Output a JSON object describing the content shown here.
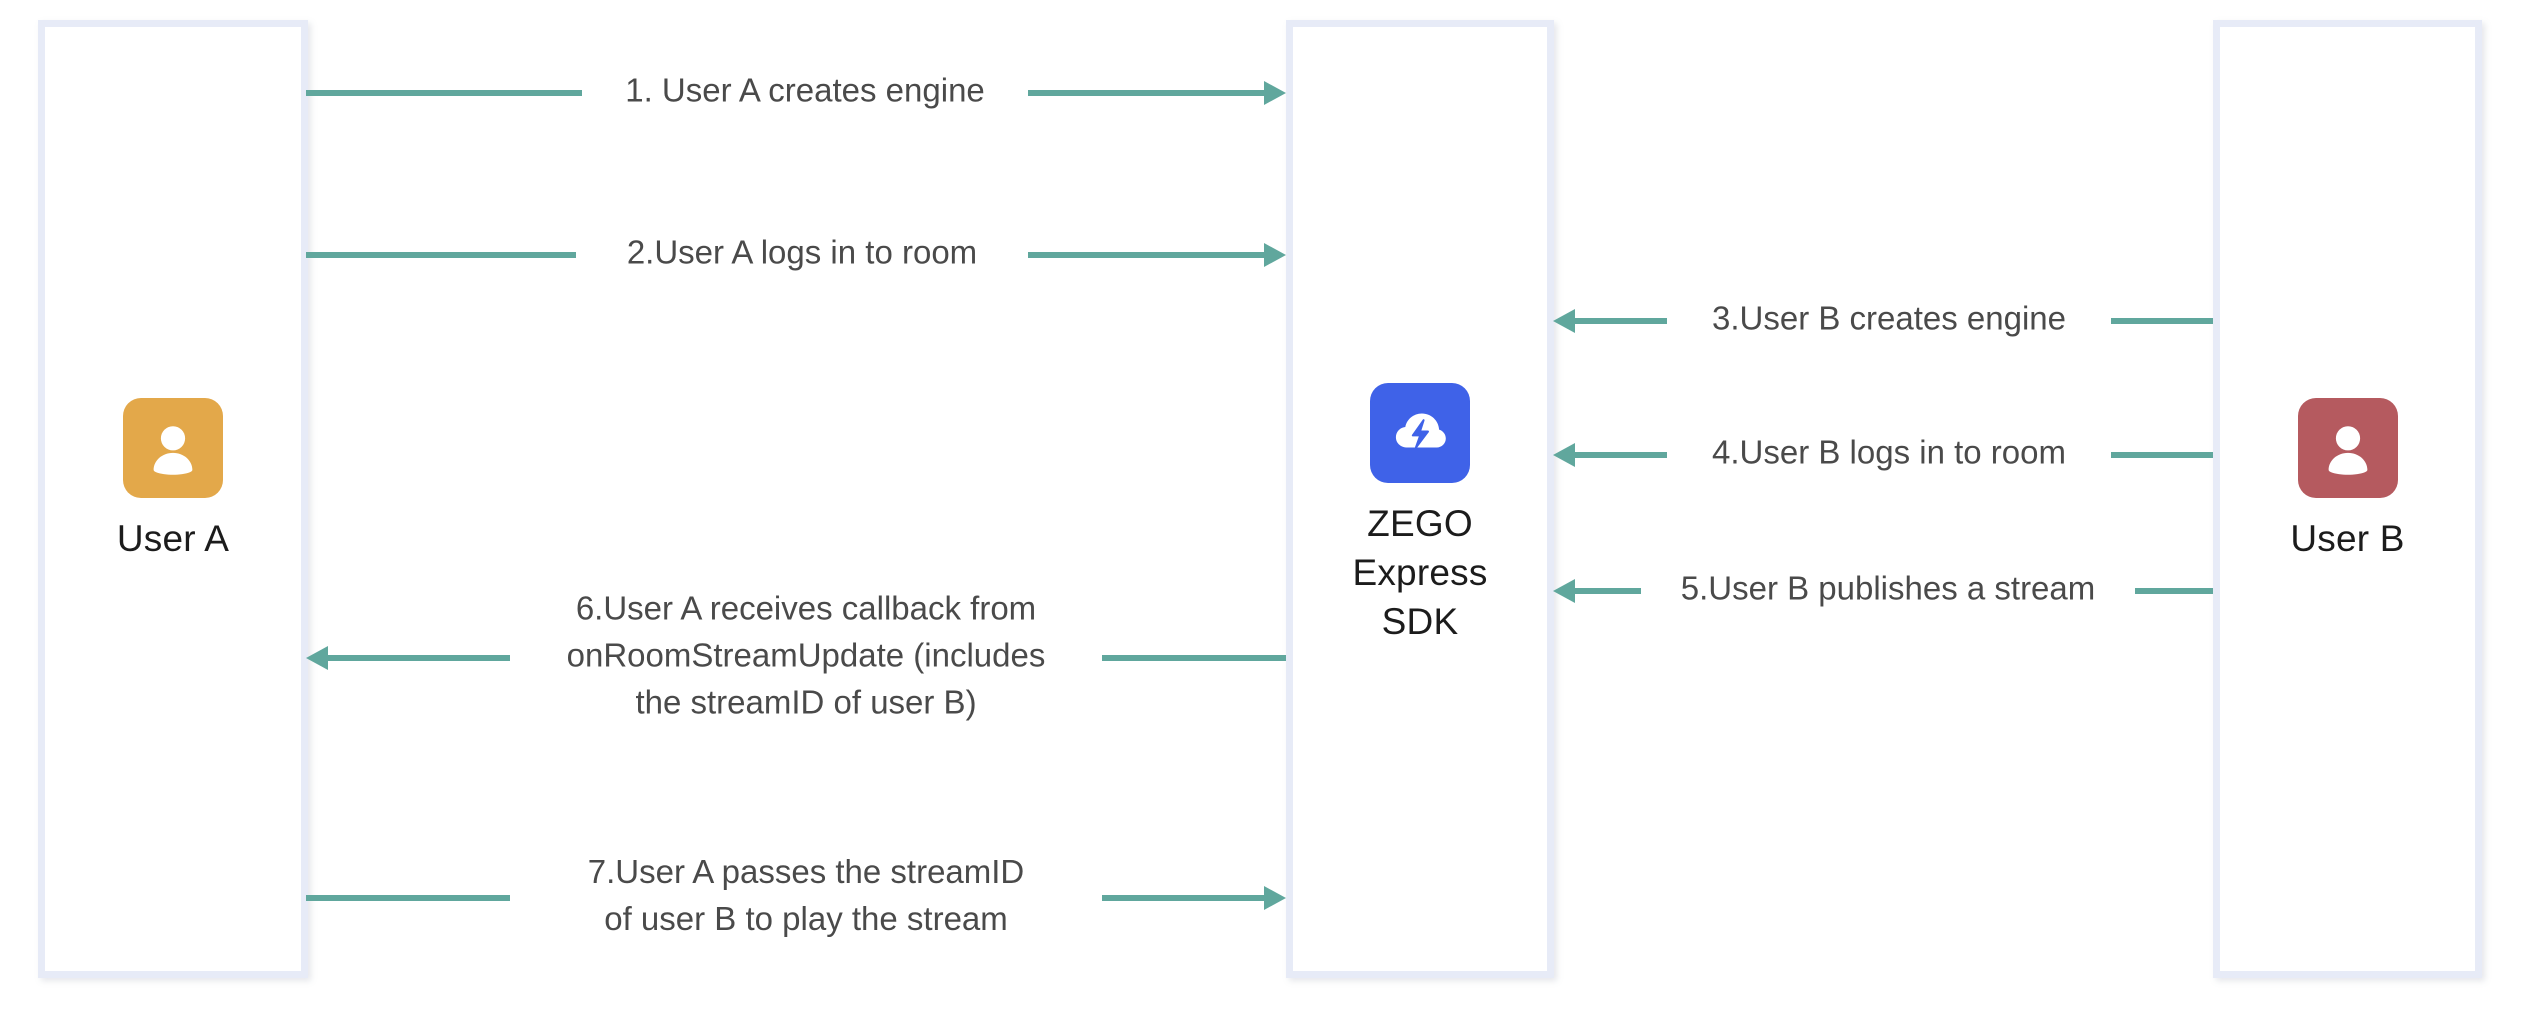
{
  "diagram": {
    "title": "ZEGO Express SDK stream publishing and playing flow",
    "type": "sequence-diagram",
    "colors": {
      "arrow": "#60a79d",
      "lifeline_border": "#e7ebf7",
      "user_a_avatar": "#e3a84a",
      "user_b_avatar": "#b55a5f",
      "sdk_logo": "#3f62e8",
      "caption_text": "#4a4a4a",
      "node_label_text": "#1c1c1c",
      "background": "#ffffff"
    }
  },
  "nodes": {
    "user_a": {
      "label": "User A",
      "icon": "user-avatar-icon",
      "color": "#e3a84a"
    },
    "sdk": {
      "label": "ZEGO\nExpress\nSDK",
      "icon": "zego-cloud-bolt-icon",
      "color": "#3f62e8"
    },
    "user_b": {
      "label": "User B",
      "icon": "user-avatar-icon",
      "color": "#b55a5f"
    }
  },
  "messages": [
    {
      "id": 1,
      "number": "1.",
      "text": "1. User A creates engine",
      "from": "user_a",
      "to": "sdk",
      "direction": "right"
    },
    {
      "id": 2,
      "number": "2.",
      "text": "2.User A logs in to room",
      "from": "user_a",
      "to": "sdk",
      "direction": "right"
    },
    {
      "id": 3,
      "number": "3.",
      "text": "3.User B creates engine",
      "from": "user_b",
      "to": "sdk",
      "direction": "left"
    },
    {
      "id": 4,
      "number": "4.",
      "text": "4.User B logs in to room",
      "from": "user_b",
      "to": "sdk",
      "direction": "left"
    },
    {
      "id": 5,
      "number": "5.",
      "text": "5.User B publishes a stream",
      "from": "user_b",
      "to": "sdk",
      "direction": "left"
    },
    {
      "id": 6,
      "number": "6.",
      "text": "6.User A receives callback from\nonRoomStreamUpdate (includes\nthe streamID of user B)",
      "from": "sdk",
      "to": "user_a",
      "direction": "left"
    },
    {
      "id": 7,
      "number": "7.",
      "text": "7.User A passes the streamID\nof user B to play the stream",
      "from": "user_a",
      "to": "sdk",
      "direction": "right"
    }
  ]
}
